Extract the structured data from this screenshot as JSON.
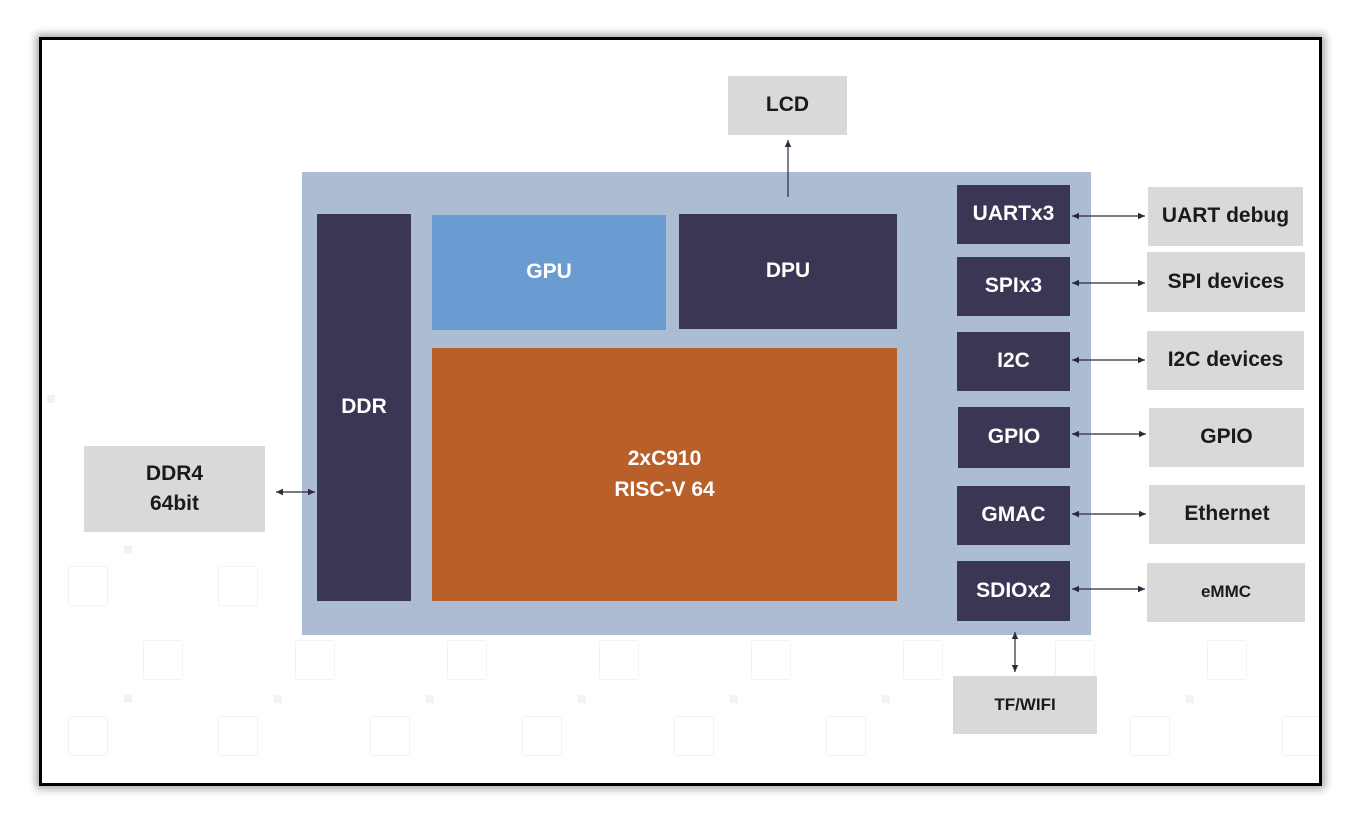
{
  "soc": {
    "ddr": "DDR",
    "gpu": "GPU",
    "dpu": "DPU",
    "cpu": "2xC910\nRISC-V 64",
    "interfaces": [
      "UARTx3",
      "SPIx3",
      "I2C",
      "GPIO",
      "GMAC",
      "SDIOx2"
    ]
  },
  "external": {
    "ddr4": "DDR4\n64bit",
    "lcd": "LCD",
    "tf_wifi": "TF/WIFI",
    "peripherals": [
      "UART debug",
      "SPI devices",
      "I2C devices",
      "GPIO",
      "Ethernet",
      "eMMC"
    ]
  },
  "colors": {
    "soc_background": "#abbcd3",
    "dark_block": "#3b3653",
    "gpu_block": "#6a9bd1",
    "cpu_block": "#b85f2a",
    "external_block": "#d9d9d9"
  }
}
